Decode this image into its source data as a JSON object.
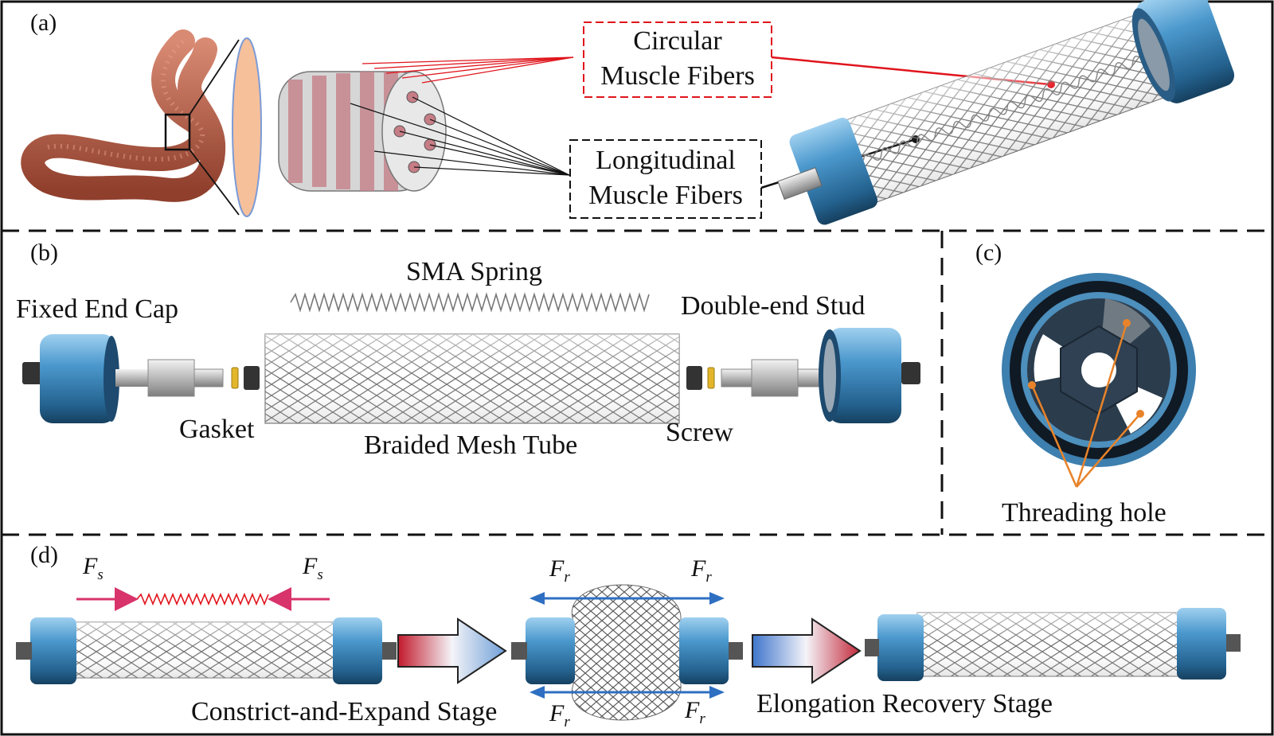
{
  "panels": {
    "a": {
      "letter": "(a)",
      "circular_label": [
        "Circular",
        "Muscle Fibers"
      ],
      "longitudinal_label": [
        "Longitudinal",
        "Muscle Fibers"
      ]
    },
    "b": {
      "letter": "(b)",
      "sma_spring": "SMA Spring",
      "fixed_end_cap": "Fixed End Cap",
      "double_end_stud": "Double-end Stud",
      "gasket": "Gasket",
      "braided_mesh_tube": "Braided Mesh Tube",
      "screw": "Screw"
    },
    "c": {
      "letter": "(c)",
      "threading_hole": "Threading hole"
    },
    "d": {
      "letter": "(d)",
      "force_spring": "F",
      "force_spring_sub": "s",
      "force_radial": "F",
      "force_radial_sub": "r",
      "stage_1": "Constrict-and-Expand Stage",
      "stage_2": "Elongation Recovery Stage"
    }
  },
  "colors": {
    "cap_blue": "#3f86b8",
    "cap_dark": "#1f4f73",
    "worm": "#b5604b",
    "red_line": "#e0141c",
    "force_magenta": "#d8336b",
    "force_blue": "#2e6fc2",
    "thread_orange": "#e8832a"
  }
}
